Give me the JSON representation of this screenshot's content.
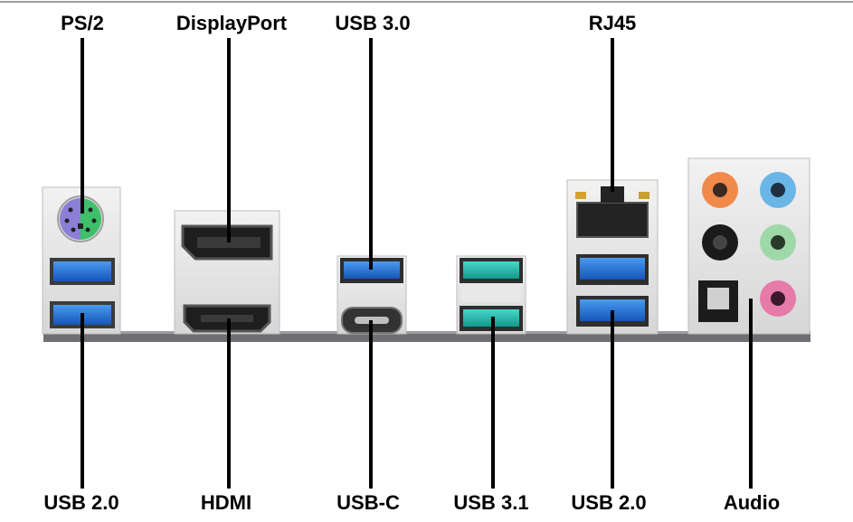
{
  "labels": {
    "ps2": "PS/2",
    "displayport": "DisplayPort",
    "usb30": "USB 3.0",
    "rj45": "RJ45",
    "usb20_left": "USB 2.0",
    "hdmi": "HDMI",
    "usbc": "USB-C",
    "usb31": "USB 3.1",
    "usb20_right": "USB 2.0",
    "audio": "Audio"
  },
  "colors": {
    "ps2_keyboard": "#8b7fd6",
    "ps2_mouse": "#3ec06b",
    "usb_blue": "#1f6fd1",
    "usb31_teal": "#1fb7a8",
    "audio_orange": "#f08a4b",
    "audio_blue": "#6ab6e6",
    "audio_black": "#1a1a1a",
    "audio_green": "#9fd8a8",
    "audio_pink": "#e67aa8",
    "leader_line": "#000000"
  }
}
